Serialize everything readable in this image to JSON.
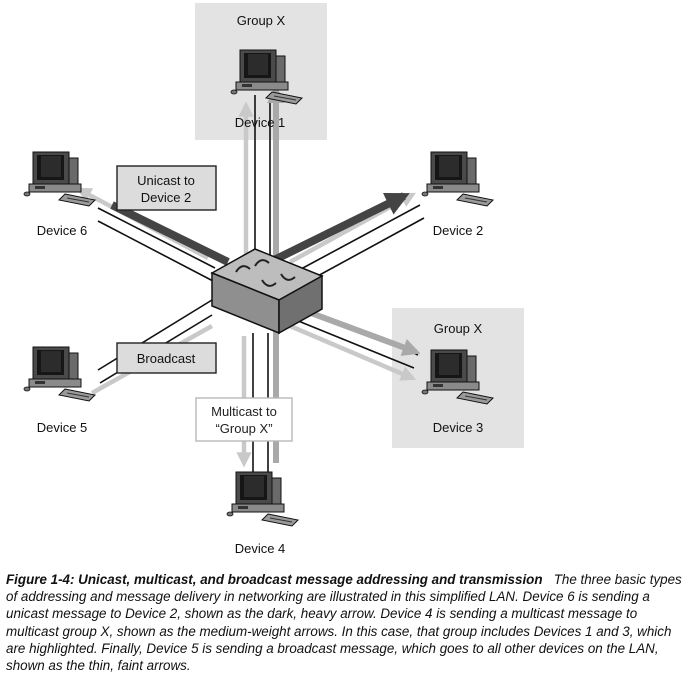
{
  "devices": {
    "d1": "Device 1",
    "d2": "Device 2",
    "d3": "Device 3",
    "d4": "Device 4",
    "d5": "Device 5",
    "d6": "Device 6"
  },
  "groups": {
    "top": "Group X",
    "right": "Group X"
  },
  "message_boxes": {
    "unicast": [
      "Unicast to",
      "Device 2"
    ],
    "broadcast": "Broadcast",
    "multicast": [
      "Multicast to",
      "“Group X”"
    ]
  },
  "caption": {
    "title": "Figure 1-4: Unicast, multicast, and broadcast message addressing and transmission",
    "body": "The three basic types of addressing and message delivery in networking are illustrated in this simplified LAN. Device 6 is sending a unicast message to Device 2, shown as the dark, heavy arrow. Device 4 is sending a multicast message to multicast group X, shown as the medium-weight arrows. In this case, that group includes Devices 1 and 3, which are highlighted. Finally, Device 5 is sending a broadcast message, which goes to all other devices on the LAN, shown as the thin, faint arrows."
  }
}
